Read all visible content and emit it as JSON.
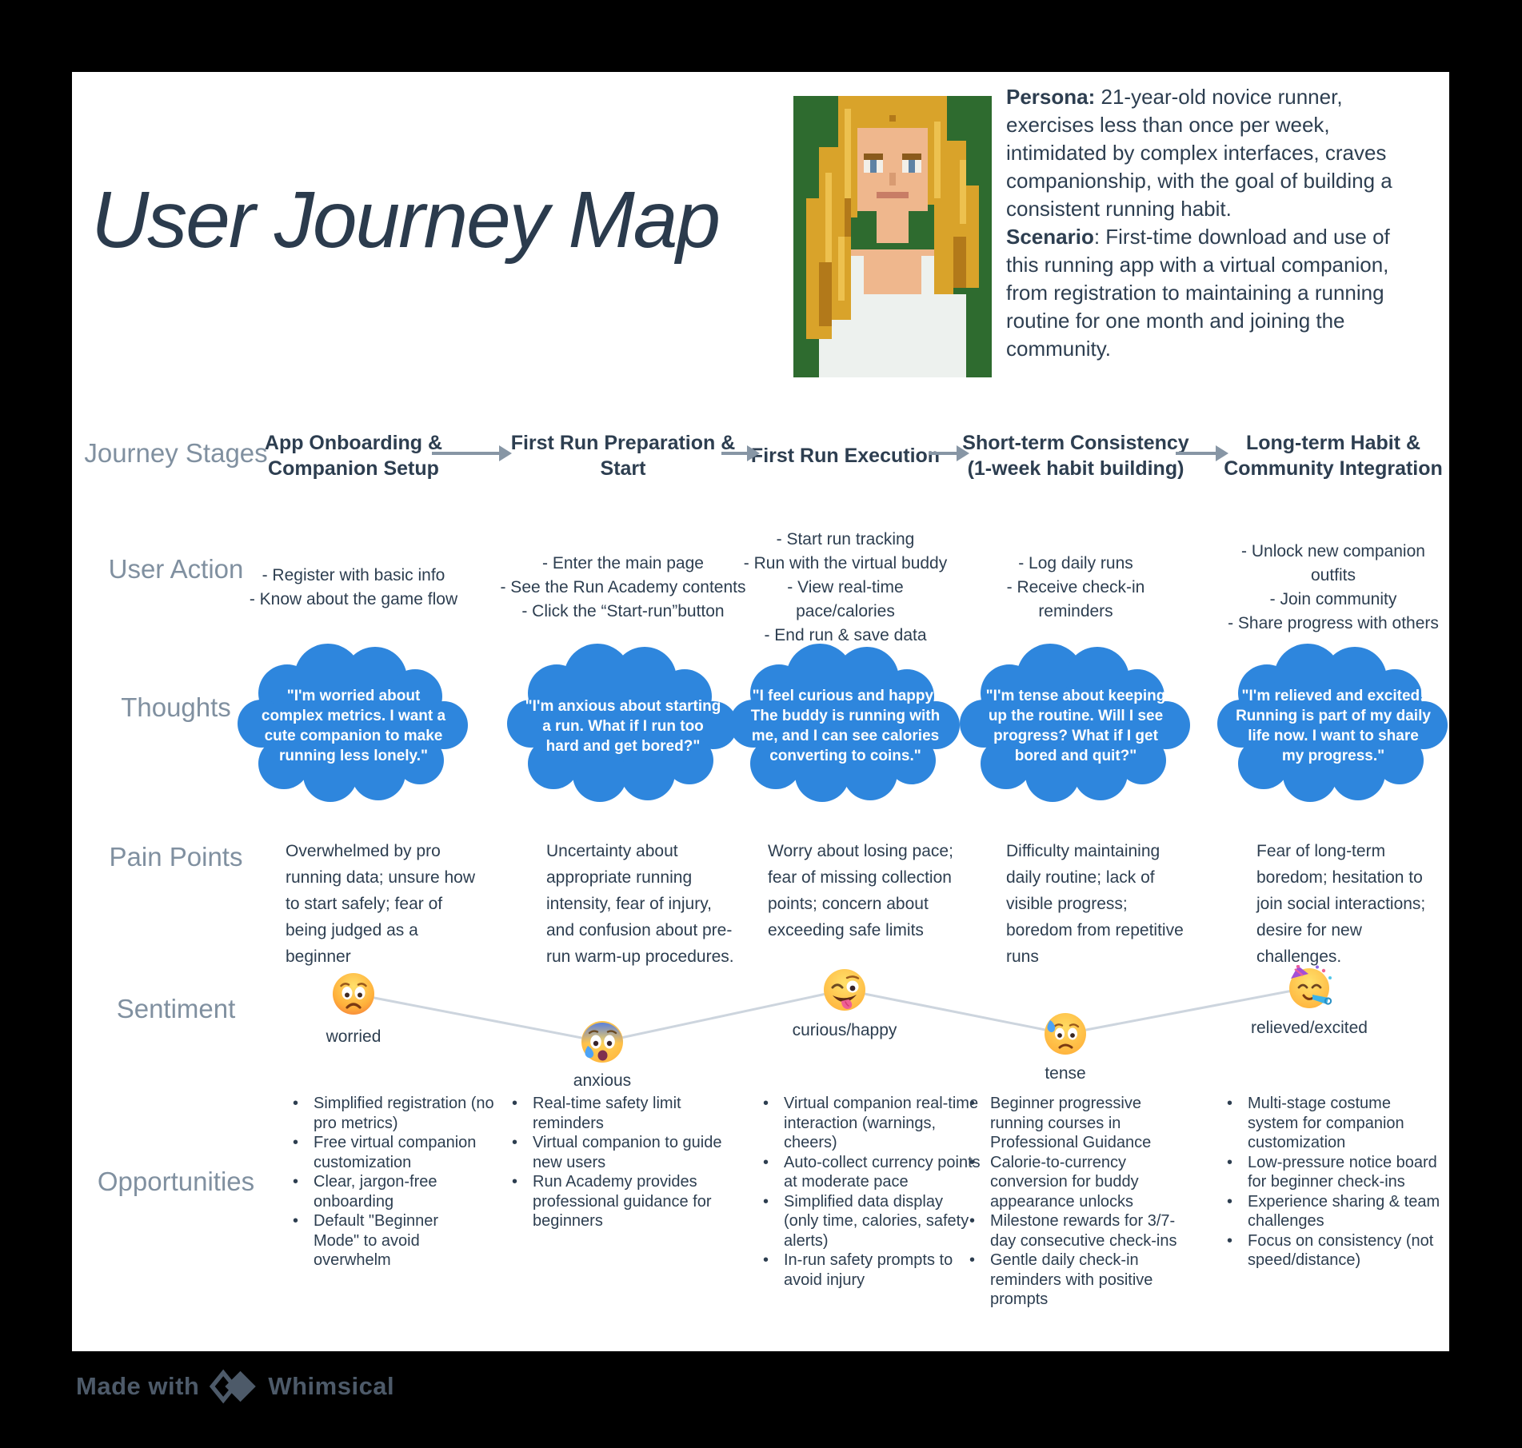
{
  "title": "User Journey Map",
  "persona": {
    "persona_label": "Persona:",
    "persona_text": " 21-year-old novice runner, exercises less than once per week, intimidated by complex interfaces, craves companionship, with the goal of building a consistent running habit.",
    "scenario_label": "Scenario",
    "scenario_text": ": First-time download and use of this running app with a virtual companion, from registration to maintaining a running routine for one month and joining the community.",
    "avatar": "pixel-art-blonde-woman-portrait"
  },
  "row_labels": {
    "stages": "Journey Stages",
    "actions": "User Action",
    "thoughts": "Thoughts",
    "pain": "Pain Points",
    "sentiment": "Sentiment",
    "opportunities": "Opportunities"
  },
  "columns": [
    {
      "stage": "App Onboarding & Companion Setup",
      "actions": [
        "- Register with basic info",
        "- Know about the game flow"
      ],
      "thought": "\"I'm worried about complex metrics. I want a cute companion to make running less lonely.\"",
      "pain": "Overwhelmed by pro running data; unsure how to start safely; fear of being judged as a beginner",
      "sentiment": {
        "emoji": "worried-face-emoji",
        "label": "worried"
      },
      "opportunities": [
        "Simplified registration (no pro metrics)",
        "Free virtual companion customization",
        "Clear, jargon-free onboarding",
        "Default \"Beginner Mode\" to avoid overwhelm"
      ]
    },
    {
      "stage": "First Run Preparation & Start",
      "actions": [
        "- Enter the main page",
        "- See the Run Academy contents",
        "- Click the “Start-run”button"
      ],
      "thought": "\"I'm anxious about starting a run. What if I run too hard and get bored?\"",
      "pain": "Uncertainty about appropriate running intensity, fear of injury, and confusion about pre-run warm-up procedures.",
      "sentiment": {
        "emoji": "anxious-face-emoji",
        "label": "anxious"
      },
      "opportunities": [
        "Real-time safety limit reminders",
        "Virtual companion to guide new users",
        "Run Academy provides professional guidance for beginners"
      ]
    },
    {
      "stage": "First Run Execution",
      "actions": [
        "- Start run tracking",
        "- Run with the virtual buddy",
        "- View real-time pace/calories",
        "- End run & save data"
      ],
      "thought": "\"I feel curious and happy! The buddy is running with me, and I can see calories converting to coins.\"",
      "pain": "Worry about losing pace; fear of missing collection points; concern about exceeding safe limits",
      "sentiment": {
        "emoji": "zany-happy-face-emoji",
        "label": "curious/happy"
      },
      "opportunities": [
        "Virtual companion real-time interaction (warnings, cheers)",
        "Auto-collect currency points at moderate pace",
        "Simplified data display (only time, calories, safety alerts)",
        "In-run safety prompts to avoid injury"
      ]
    },
    {
      "stage": "Short-term Consistency (1-week habit building)",
      "actions": [
        "- Log daily runs",
        "- Receive check-in reminders"
      ],
      "thought": "\"I'm tense about keeping up the routine. Will I see progress? What if I get bored and quit?\"",
      "pain": "Difficulty maintaining daily routine; lack of visible progress; boredom from repetitive runs",
      "sentiment": {
        "emoji": "tense-sweat-face-emoji",
        "label": "tense"
      },
      "opportunities": [
        "Beginner progressive running courses in Professional Guidance",
        "Calorie-to-currency conversion for buddy appearance unlocks",
        "Milestone rewards for 3/7-day consecutive check-ins",
        "Gentle daily check-in reminders with positive prompts"
      ]
    },
    {
      "stage": "Long-term Habit & Community Integration",
      "actions": [
        "- Unlock new companion outfits",
        "- Join community",
        "- Share progress with others"
      ],
      "thought": "\"I'm relieved and excited! Running is part of my daily life now. I want to share my progress.\"",
      "pain": "Fear of long-term boredom; hesitation to join social interactions; desire for new challenges.",
      "sentiment": {
        "emoji": "party-face-emoji",
        "label": "relieved/excited"
      },
      "opportunities": [
        "Multi-stage costume system for companion customization",
        "Low-pressure notice board for beginner check-ins",
        "Experience sharing & team challenges",
        "Focus on consistency (not speed/distance)"
      ]
    }
  ],
  "footer": {
    "made_with": "Made with",
    "brand": "Whimsical",
    "logo": "two-overlapping-diamonds"
  },
  "colors": {
    "background": "#000000",
    "canvas": "#ffffff",
    "bubble_blue": "#2e86dd",
    "text_dark": "#2d3e50",
    "label_gray": "#8090a0",
    "arrow_gray": "#8796a5",
    "sentiment_line": "#cdd5de",
    "footer_slate": "#4d5a69"
  }
}
